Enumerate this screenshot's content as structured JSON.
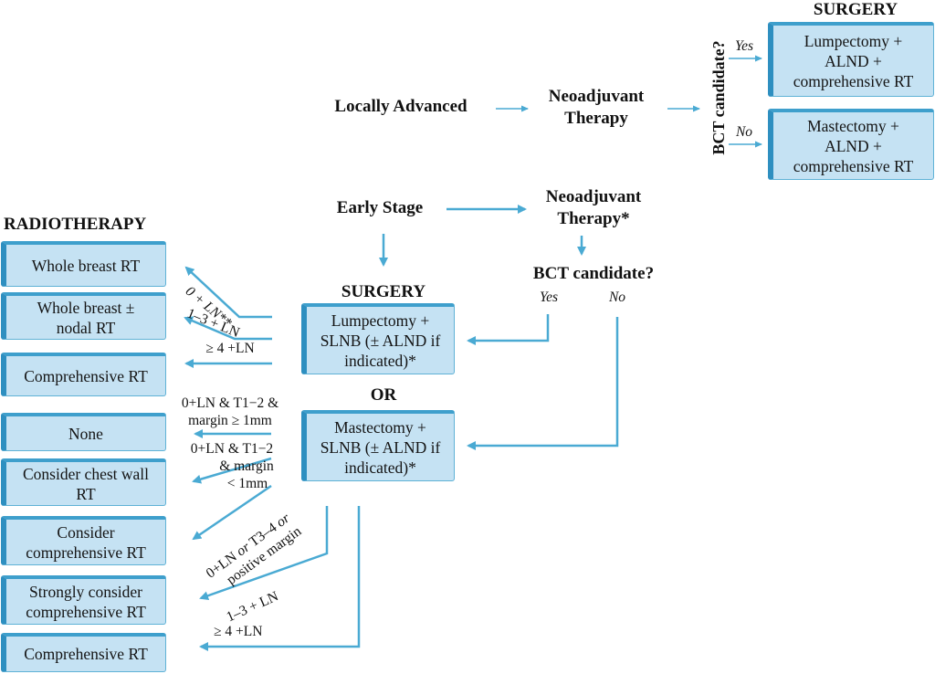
{
  "colors": {
    "arrow": "#4aaad3",
    "box_fill": "#c5e2f3",
    "box_edge": "#2e8fc0"
  },
  "top": {
    "surgery_heading": "SURGERY",
    "locally_advanced": "Locally Advanced",
    "neoadjuvant": [
      "Neoadjuvant",
      "Therapy"
    ],
    "bct_candidate_vertical": "BCT candidate?",
    "yes": "Yes",
    "no": "No",
    "box_yes": [
      "Lumpectomy +",
      "ALND +",
      "comprehensive RT"
    ],
    "box_no": [
      "Mastectomy +",
      "ALND +",
      "comprehensive RT"
    ]
  },
  "early": {
    "early_stage": "Early Stage",
    "neoadjuvant": [
      "Neoadjuvant",
      "Therapy*"
    ],
    "bct_candidate": "BCT candidate?",
    "yes": "Yes",
    "no": "No",
    "surgery_heading": "SURGERY",
    "or_label": "OR",
    "lumpectomy_box": [
      "Lumpectomy +",
      "SLNB (± ALND if",
      "indicated)*"
    ],
    "mastectomy_box": [
      "Mastectomy +",
      "SLNB (± ALND if",
      "indicated)*"
    ]
  },
  "radiotherapy": {
    "heading": "RADIOTHERAPY",
    "boxes": [
      [
        "Whole breast RT"
      ],
      [
        "Whole breast ±",
        "nodal RT"
      ],
      [
        "Comprehensive RT"
      ],
      [
        "None"
      ],
      [
        "Consider chest wall",
        "RT"
      ],
      [
        "Consider",
        "comprehensive RT"
      ],
      [
        "Strongly consider",
        "comprehensive RT"
      ],
      [
        "Comprehensive RT"
      ]
    ]
  },
  "edge_labels": {
    "l0_ln": "0 + LN**",
    "l13_ln": "1–3 + LN",
    "l4_ln": "≥ 4 +LN",
    "m_none": [
      "0+LN & T1−2 &",
      "margin ≥ 1mm"
    ],
    "m_chest": [
      "0+LN & T1−2",
      "& margin",
      "< 1mm"
    ],
    "m_consider_a": "0+LN ",
    "m_consider_or1": "or",
    "m_consider_b": " T3–4 ",
    "m_consider_or2": "or",
    "m_consider_c": "positive margin",
    "m_13_ln": "1–3 + LN",
    "m_4_ln": "≥ 4 +LN"
  }
}
